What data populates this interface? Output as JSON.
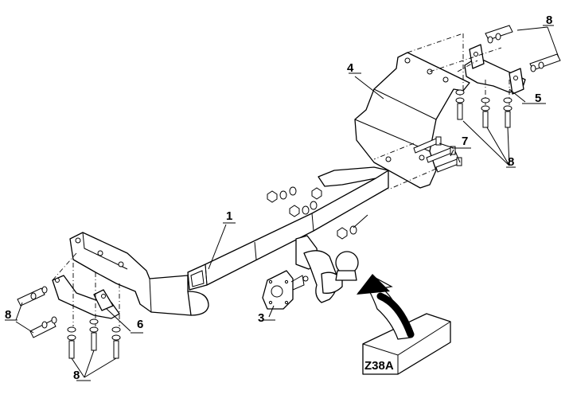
{
  "callouts": {
    "p1": "1",
    "p3": "3",
    "p4": "4",
    "p5": "5",
    "p6": "6",
    "p7": "7",
    "p8_top": "8",
    "p8_right": "8",
    "p8_left": "8",
    "p8_bottom": "8"
  },
  "model_label": "Z38A",
  "colors": {
    "ink": "#000000",
    "paper": "#ffffff"
  }
}
